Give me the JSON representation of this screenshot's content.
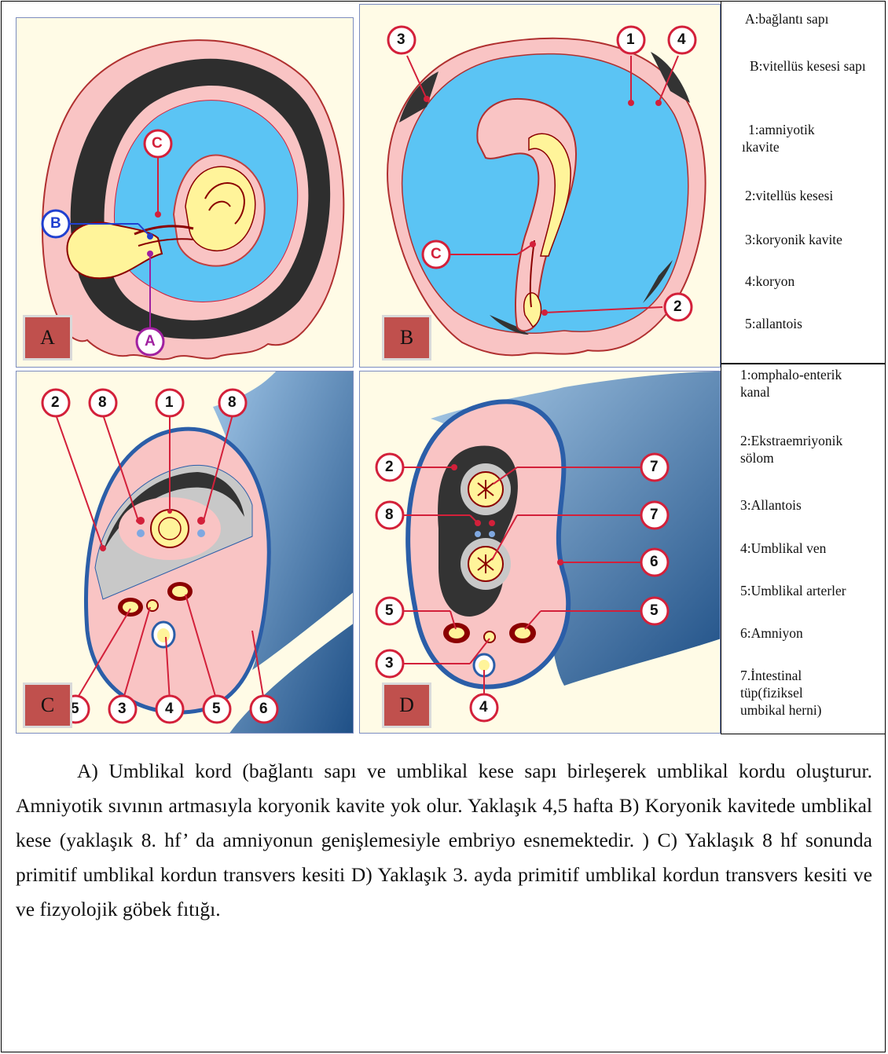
{
  "panels": {
    "a": {
      "label": "A",
      "markers": {
        "c": "C",
        "b": "B",
        "a": "A"
      }
    },
    "b": {
      "label": "B",
      "markers": {
        "n3": "3",
        "n1": "1",
        "n4": "4",
        "c": "C",
        "n2": "2"
      }
    },
    "c": {
      "label": "C",
      "markers": {
        "n2": "2",
        "n8a": "8",
        "n1": "1",
        "n8b": "8",
        "n5a": "5",
        "n3": "3",
        "n4": "4",
        "n5b": "5",
        "n6": "6"
      }
    },
    "d": {
      "label": "D",
      "markers": {
        "n2": "2",
        "n7a": "7",
        "n8": "8",
        "n7b": "7",
        "n6": "6",
        "n5a": "5",
        "n5b": "5",
        "n3": "3",
        "n4": "4"
      }
    }
  },
  "legend_top": [
    "A:bağlantı sapı",
    "B:vitellüs kesesi sapı",
    "1:amniyotik ıkavite",
    "2:vitellüs kesesi",
    "3:koryonik kavite",
    "4:koryon",
    "5:allantois"
  ],
  "legend_bottom": [
    "1:omphalo-enterik kanal",
    "2:Ekstraemriyonik sölom",
    "3:Allantois",
    "4:Umblikal ven",
    "5:Umblikal arterler",
    "6:Amniyon",
    "7.İntestinal tüp(fiziksel umbikal herni)"
  ],
  "caption": "A) Umblikal kord (bağlantı sapı ve umblikal kese sapı birleşerek umblikal kordu oluşturur. Amniyotik sıvının artmasıyla koryonik kavite yok olur. Yaklaşık 4,5 hafta B) Koryonik kavitede umblikal kese (yaklaşık 8. hf’ da amniyonun genişlemesiyle embriyo esnemektedir. ) C) Yaklaşık 8 hf sonunda primitif umblikal kordun transvers kesiti D) Yaklaşık 3. ayda primitif umblikal kordun transvers kesiti ve ve fizyolojik göbek fıtığı.",
  "colors": {
    "pink": "#f9c4c4",
    "blue": "#5bc4f4",
    "dark": "#333333",
    "yellow": "#fff49a",
    "red": "#d3203a",
    "bluegray": "#3a6d9f"
  }
}
